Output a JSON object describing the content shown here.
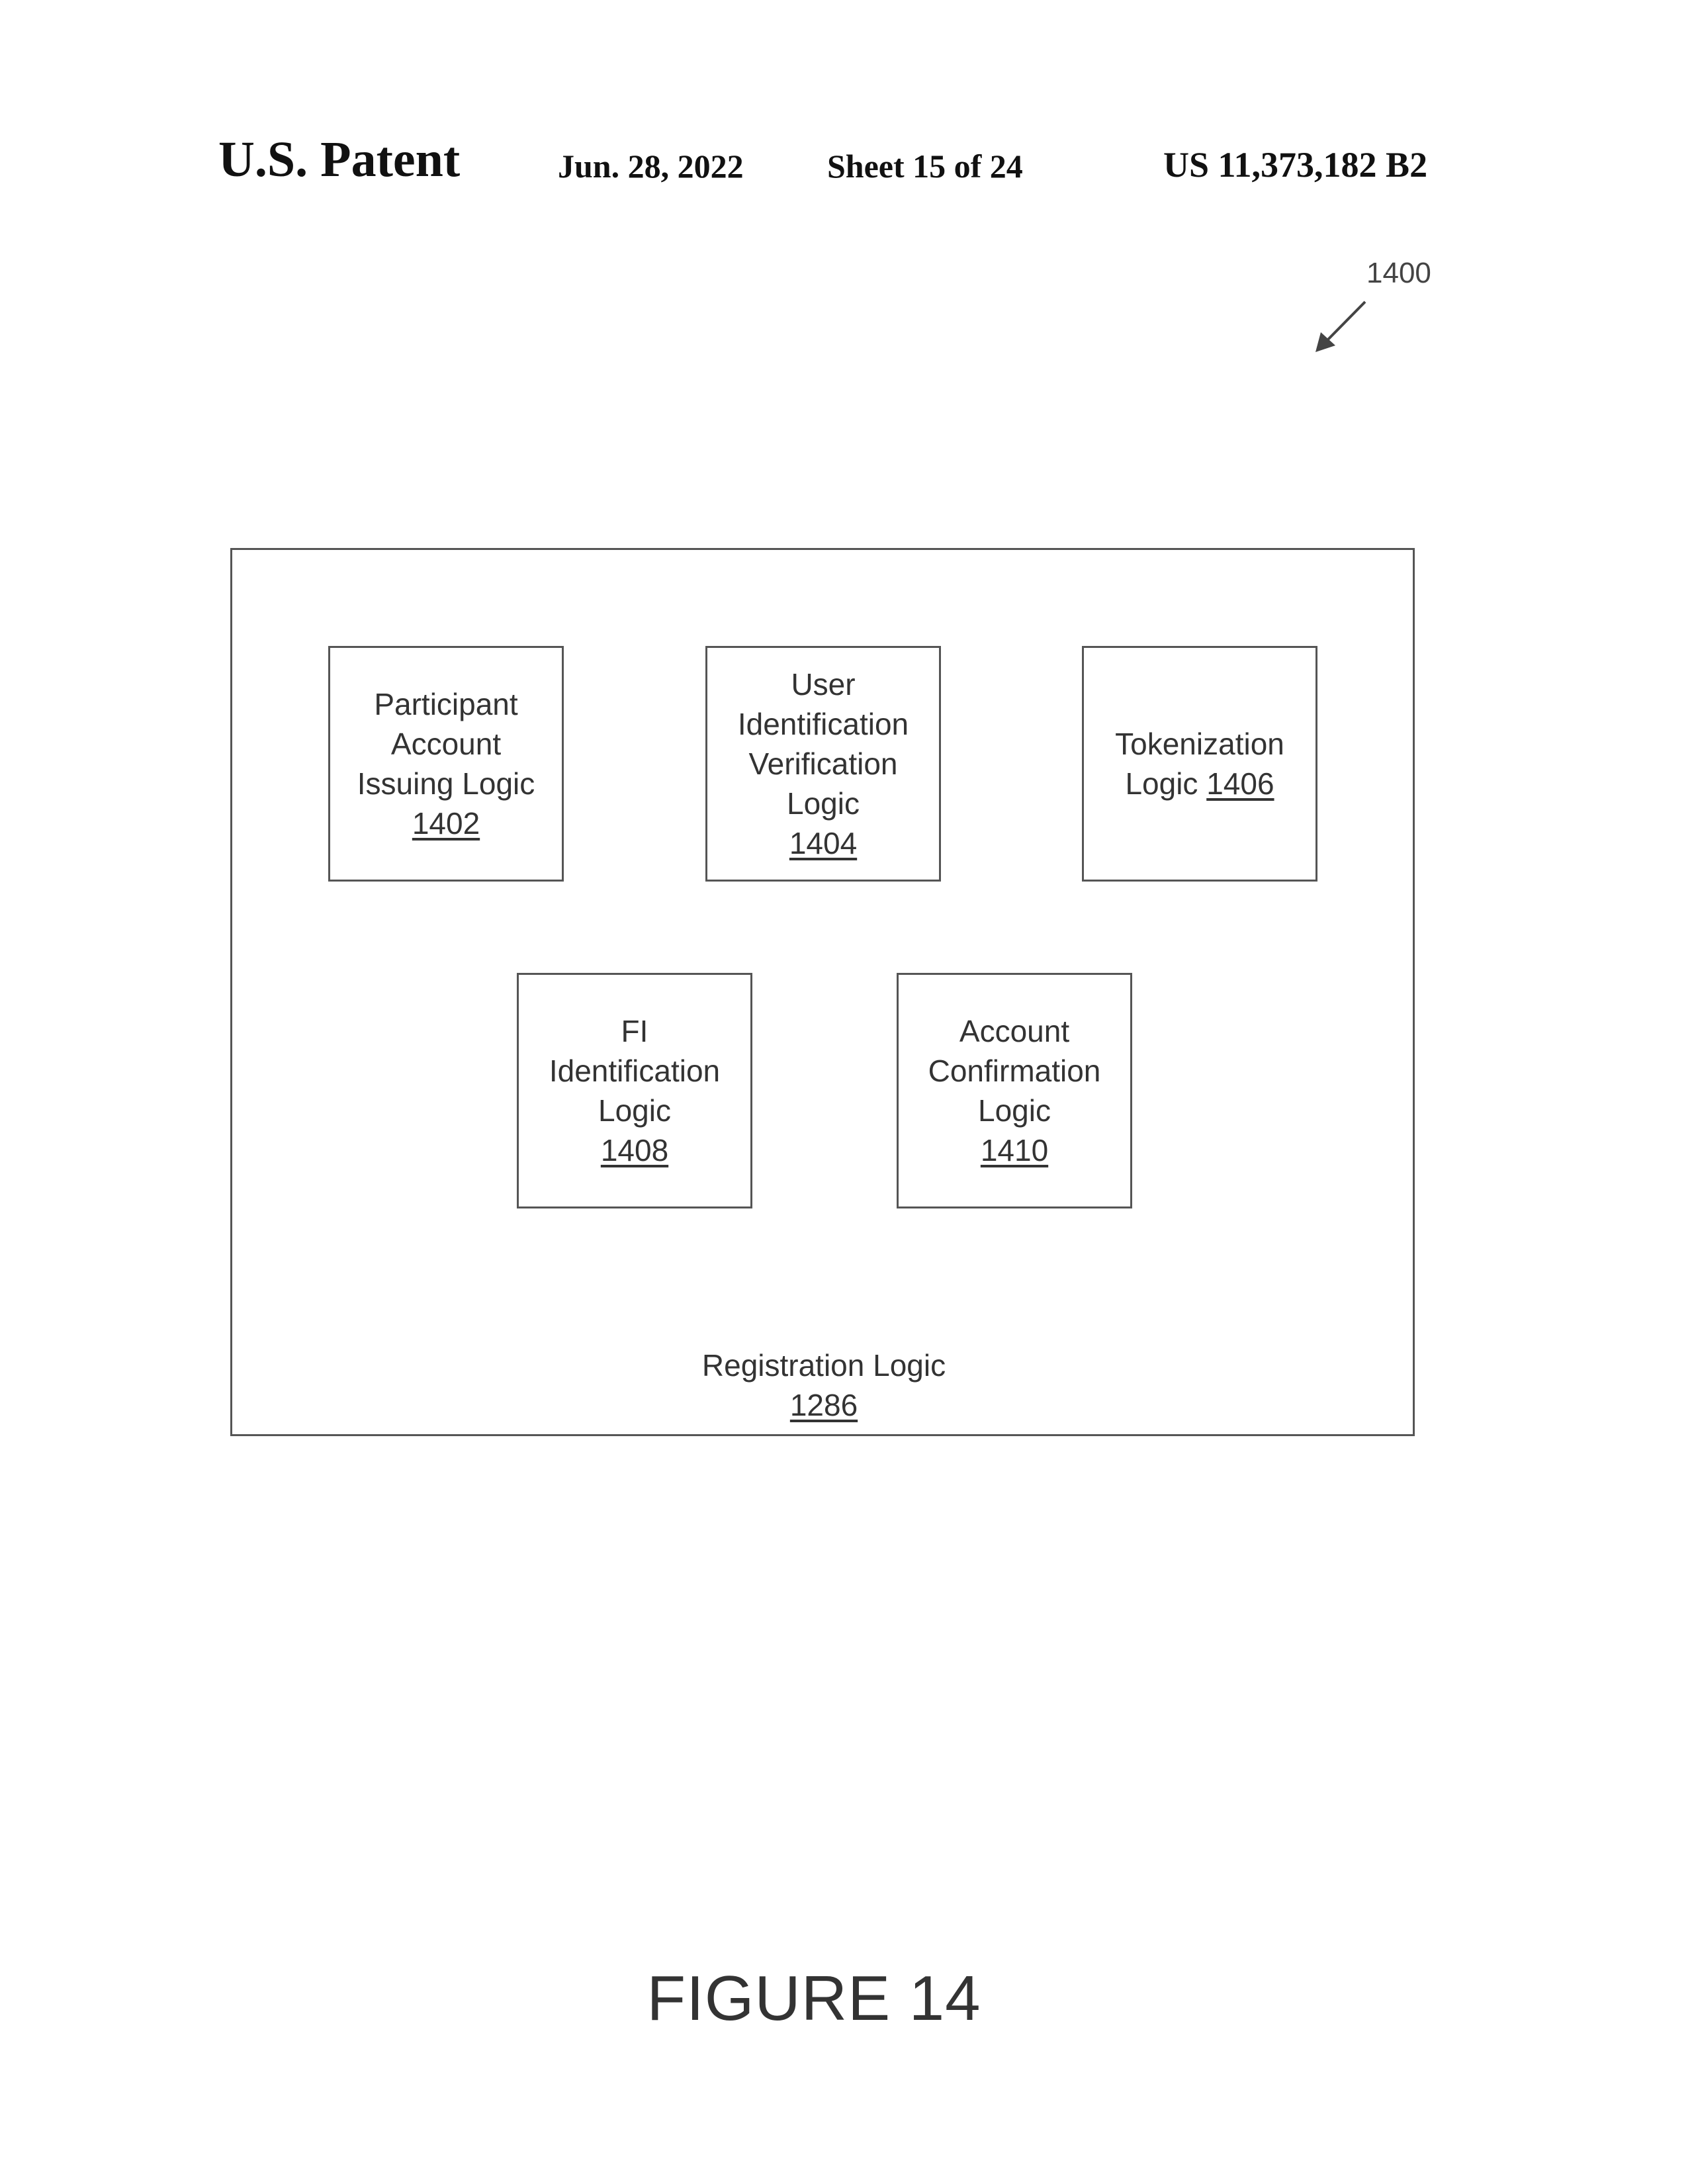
{
  "header": {
    "title": "U.S. Patent",
    "date": "Jun. 28, 2022",
    "sheet": "Sheet 15 of 24",
    "patent_number": "US 11,373,182 B2"
  },
  "figure_ref": "1400",
  "diagram": {
    "outer": {
      "label": "Registration Logic",
      "number": "1286"
    },
    "blocks": [
      {
        "lines": [
          "Participant",
          "Account",
          "Issuing Logic"
        ],
        "number": "1402"
      },
      {
        "lines": [
          "User",
          "Identification",
          "Verification",
          "Logic"
        ],
        "number": "1404"
      },
      {
        "lines": [
          "Tokenization",
          "Logic"
        ],
        "number": "1406"
      },
      {
        "lines": [
          "FI",
          "Identification",
          "Logic"
        ],
        "number": "1408"
      },
      {
        "lines": [
          "Account",
          "Confirmation",
          "Logic"
        ],
        "number": "1410"
      }
    ]
  },
  "figure_label": "FIGURE 14",
  "colors": {
    "line": "#555555",
    "text": "#333333"
  }
}
